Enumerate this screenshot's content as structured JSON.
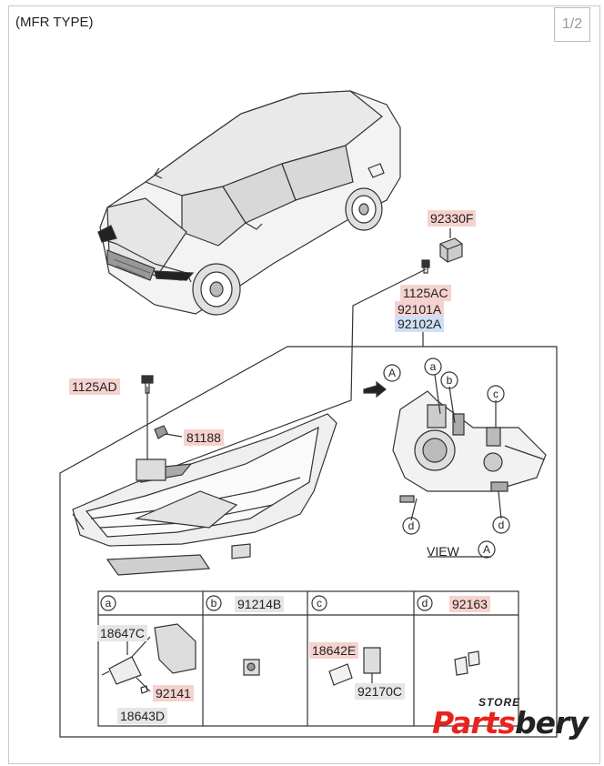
{
  "header": {
    "title": "(MFR TYPE)",
    "page_indicator": "1/2"
  },
  "colors": {
    "highlight_red": "#f6d2cf",
    "highlight_blue": "#cde0f5",
    "highlight_gray": "#e6e6e6",
    "brand_red": "#e8231f"
  },
  "parts": {
    "p92330F": "92330F",
    "p1125AC": "1125AC",
    "p92101A": "92101A",
    "p92102A": "92102A",
    "p1125AD": "1125AD",
    "p81188": "81188"
  },
  "view": {
    "label": "VIEW",
    "circle": "A",
    "arrow_label": "A",
    "callouts": [
      "a",
      "b",
      "c",
      "d",
      "d"
    ]
  },
  "table": {
    "cells": [
      {
        "letter": "a",
        "parts": [
          "18647C",
          "92141",
          "18643D"
        ]
      },
      {
        "letter": "b",
        "parts": [
          "91214B"
        ]
      },
      {
        "letter": "c",
        "parts": [
          "18642E",
          "92170C"
        ]
      },
      {
        "letter": "d",
        "parts": [
          "92163"
        ]
      }
    ]
  },
  "logo": {
    "store": "STORE",
    "parts": "Parts",
    "bery": "bery"
  }
}
